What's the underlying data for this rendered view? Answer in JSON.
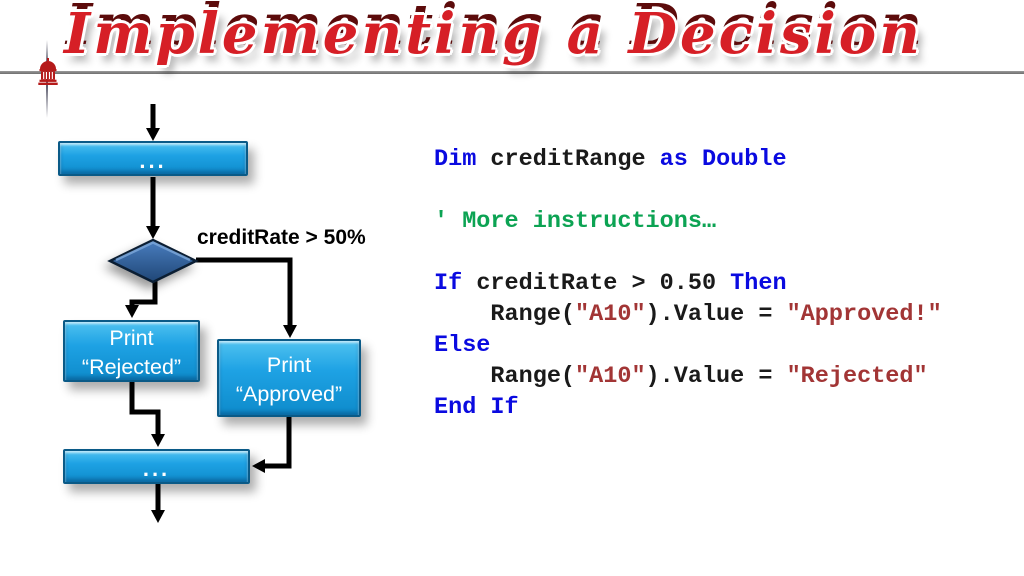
{
  "slide": {
    "title": "Implementing a Decision"
  },
  "flowchart": {
    "box_top_label": "...",
    "decision_label": "creditRate > 50%",
    "box_rejected": {
      "line1": "Print",
      "line2": "“Rejected”"
    },
    "box_approved": {
      "line1": "Print",
      "line2": "“Approved”"
    },
    "box_bottom_label": "...",
    "colors": {
      "process_box_fill": "#1ea2e4",
      "process_box_border": "#0a5a87",
      "decision_diamond_fill": "#2e5e9e",
      "connector": "#000000",
      "box_text": "#ffffff"
    }
  },
  "code": {
    "dim_line": {
      "kw_dim": "Dim",
      "variable": " creditRange ",
      "kw_as_double": "as Double"
    },
    "comment_line": "' More instructions…",
    "if_line": {
      "kw_if": "If",
      "condition": " creditRate > 0.50 ",
      "kw_then": "Then"
    },
    "then_line": {
      "code_pre": "    Range(",
      "str_cell": "\"A10\"",
      "code_mid": ").Value = ",
      "str_value": "\"Approved!\""
    },
    "else_keyword": "Else",
    "else_branch_line": {
      "code_pre": "    Range(",
      "str_cell": "\"A10\"",
      "code_mid": ").Value = ",
      "str_value": "\"Rejected\""
    },
    "endif_keyword": "End If",
    "colors": {
      "keyword": "#0a0ae0",
      "comment": "#0ca353",
      "string": "#a23535",
      "plain": "#1a1a1a",
      "title": "#d61f26"
    }
  }
}
